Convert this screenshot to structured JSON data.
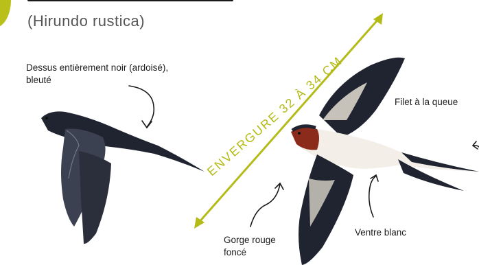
{
  "header": {
    "scientific_name": "(Hirundo rustica)"
  },
  "labels": {
    "dessus": "Dessus entièrement noir (ardoisé), bleuté",
    "filet": "Filet à la queue",
    "ventre": "Ventre blanc",
    "gorge": "Gorge rouge foncé"
  },
  "span": {
    "text": "ENVERGURE 32 À 34 CM"
  },
  "colors": {
    "accent": "#b4bb17",
    "text": "#1a1a1a",
    "bird_dark": "#1f2430",
    "throat": "#8a2b1c",
    "belly": "#f3efe8"
  }
}
